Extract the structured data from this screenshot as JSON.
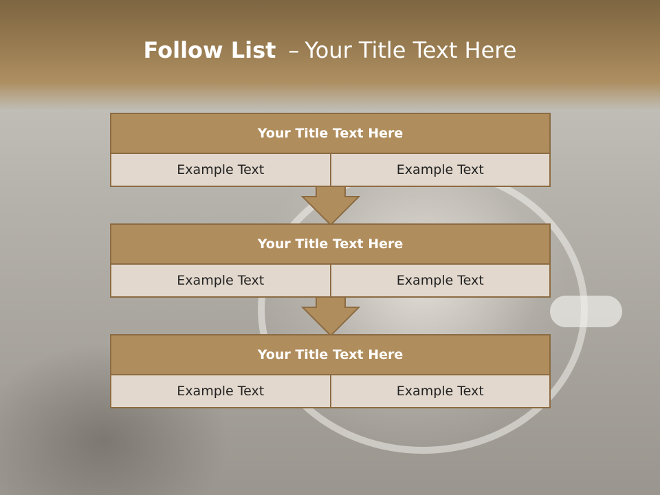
{
  "slide": {
    "title_bold": "Follow List",
    "title_sep": "–",
    "title_rest": "Your Title Text Here"
  },
  "steps": [
    {
      "title": "Your Title Text Here",
      "left": "Example Text",
      "right": "Example Text"
    },
    {
      "title": "Your Title Text Here",
      "left": "Example Text",
      "right": "Example Text"
    },
    {
      "title": "Your Title Text Here",
      "left": "Example Text",
      "right": "Example Text"
    }
  ],
  "colors": {
    "header_brown": "#9a7d52",
    "box_head": "#b08d5c",
    "box_border": "#8c6b42",
    "box_cell": "#e2d8cd",
    "arrow_fill": "#b08d5c"
  }
}
